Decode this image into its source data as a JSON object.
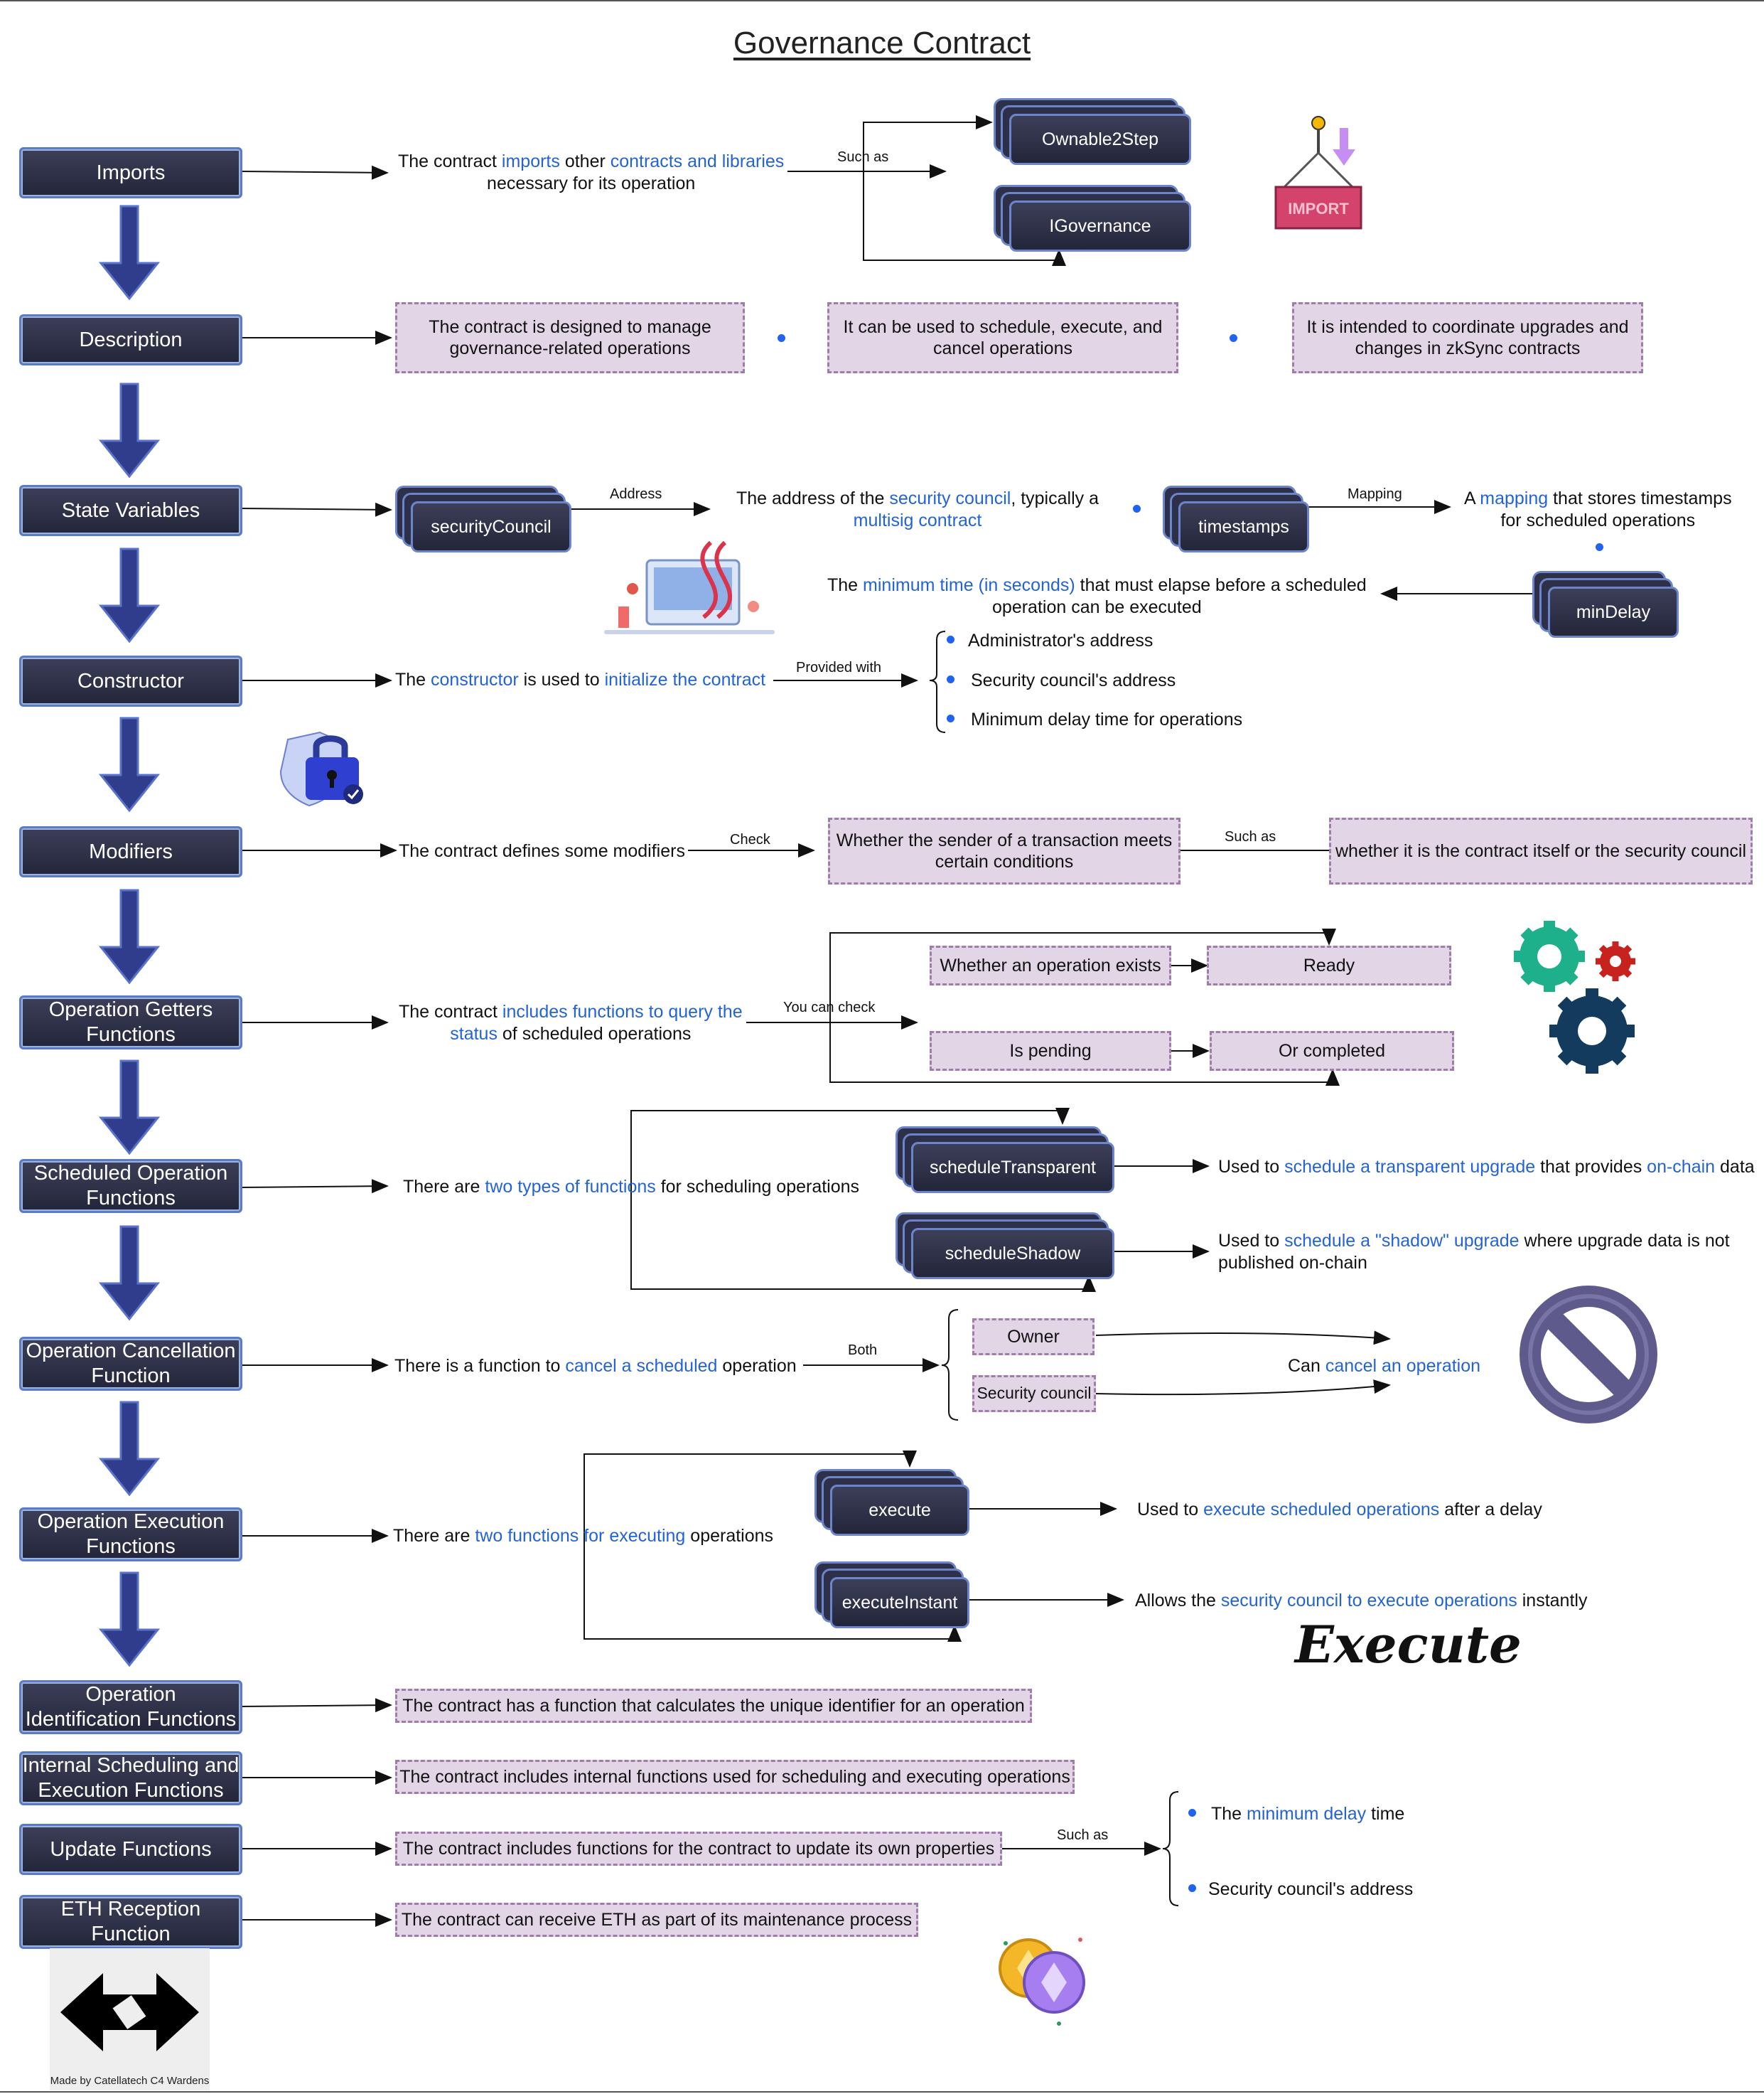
{
  "title": "Governance Contract",
  "sections": {
    "imports": "Imports",
    "description": "Description",
    "state_variables": "State Variables",
    "constructor": "Constructor",
    "modifiers": "Modifiers",
    "getters_1": "Operation Getters",
    "getters_2": "Functions",
    "scheduled_1": "Scheduled Operation",
    "scheduled_2": "Functions",
    "cancel_1": "Operation Cancellation",
    "cancel_2": "Function",
    "exec_1": "Operation Execution",
    "exec_2": "Functions",
    "ident_1": "Operation",
    "ident_2": "Identification Functions",
    "internal_1": "Internal Scheduling and",
    "internal_2": "Execution Functions",
    "update": "Update Functions",
    "eth_1": "ETH Reception",
    "eth_2": "Function"
  },
  "imports": {
    "t1": "The contract ",
    "t2": "imports",
    "t3": " other ",
    "t4": "contracts and libraries",
    "t5": "necessary for its operation",
    "such_as": "Such as",
    "item1": "Ownable2Step",
    "item2": "IGovernance",
    "badge": "IMPORT"
  },
  "description": {
    "b1_l1": "The contract is designed to manage",
    "b1_l2": "governance-related operations",
    "b2_l1": "It can be used to schedule, execute, and",
    "b2_l2": "cancel operations",
    "b3_l1": "It is intended to coordinate upgrades and",
    "b3_l2": "changes in zkSync contracts"
  },
  "state": {
    "security_council": "securityCouncil",
    "address_label": "Address",
    "sc_t1": "The address of the ",
    "sc_t2": "security council",
    "sc_t3": ", typically a",
    "sc_t4": "multisig contract",
    "timestamps": "timestamps",
    "mapping_label": "Mapping",
    "ts_t1": "A ",
    "ts_t2": "mapping",
    "ts_t3": " that stores timestamps",
    "ts_t4": "for scheduled operations",
    "min_delay": "minDelay",
    "md_t1": "The ",
    "md_t2": "minimum time (in seconds)",
    "md_t3": " that must elapse before a scheduled",
    "md_t4": "operation can be executed"
  },
  "constructor": {
    "t1": "The ",
    "t2": "constructor",
    "t3": " is used to ",
    "t4": "initialize the contract",
    "provided": "Provided with",
    "items": [
      "Administrator's address",
      "Security council's address",
      "Minimum delay time for operations"
    ]
  },
  "modifiers": {
    "t1": "The contract defines some modifiers",
    "check": "Check",
    "box1_l1": "Whether the sender of a transaction meets",
    "box1_l2": "certain conditions",
    "such_as": "Such as",
    "box2": "whether it is the contract itself or the security council"
  },
  "getters": {
    "t1": "The contract ",
    "t2": "includes functions to query the",
    "t3": "status",
    "t4": " of scheduled operations",
    "you_can_check": "You can check",
    "exists": "Whether an operation exists",
    "ready": "Ready",
    "pending": "Is pending",
    "completed": "Or completed"
  },
  "scheduled": {
    "t1": "There are ",
    "t2": "two types of functions",
    "t3": " for scheduling operations",
    "transparent": "scheduleTransparent",
    "tr_t1": "Used to ",
    "tr_t2": "schedule a transparent upgrade",
    "tr_t3": " that provides ",
    "tr_t4": "on-chain",
    "tr_t5": " data",
    "shadow": "scheduleShadow",
    "sh_t1": "Used to ",
    "sh_t2": "schedule a \"shadow\" upgrade",
    "sh_t3": " where upgrade data is not",
    "sh_t4": "published on-chain"
  },
  "cancel": {
    "t1": "There is a function to ",
    "t2": "cancel a scheduled",
    "t3": " operation",
    "both": "Both",
    "owner": "Owner",
    "council": "Security council",
    "can_t1": "Can ",
    "can_t2": "cancel an operation"
  },
  "execution": {
    "t1": "There are ",
    "t2": "two functions for executing",
    "t3": " operations",
    "execute": "execute",
    "ex_t1": "Used to ",
    "ex_t2": "execute scheduled operations",
    "ex_t3": " after a delay",
    "instant": "executeInstant",
    "in_t1": "Allows the ",
    "in_t2": "security council to execute operations",
    "in_t3": " instantly",
    "script": "Execute"
  },
  "ident": {
    "box": "The contract has a function that calculates the unique identifier for an operation"
  },
  "internal": {
    "box": "The contract includes internal functions used for scheduling and executing operations"
  },
  "update": {
    "box": "The contract includes functions for the contract to update its own properties",
    "such_as": "Such as",
    "i1_t1": "The ",
    "i1_t2": "minimum delay",
    "i1_t3": " time",
    "i2": "Security council's address"
  },
  "eth": {
    "box": "The contract can receive ETH as part of its maintenance process"
  },
  "footer": "Made by Catellatech C4 Wardens",
  "colors": {
    "accent": "#2463d6",
    "box_fill": "#e2d5e6",
    "box_border": "#a07cab",
    "node": "#2d3048",
    "arrow": "#2f3d8c"
  }
}
